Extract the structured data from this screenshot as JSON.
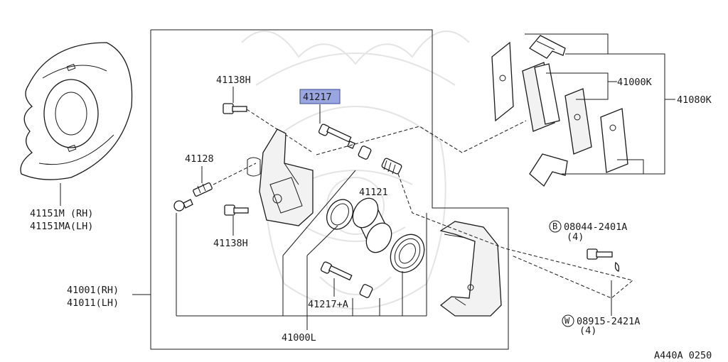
{
  "diagram": {
    "part_labels": {
      "p41151": "41151M (RH)",
      "p41151ma": "41151MA(LH)",
      "p41138h_top": "41138H",
      "p41217": "41217",
      "p41128": "41128",
      "p41138h_bottom": "41138H",
      "p41121": "41121",
      "p41001": "41001(RH)",
      "p41011": "41011(LH)",
      "p41217a": "41217+A",
      "p41000l": "41000L",
      "p41000k": "41000K",
      "p41080k": "41080K",
      "bolt_b": "08044-2401A",
      "bolt_b_qty": "(4)",
      "washer_w": "08915-2421A",
      "washer_w_qty": "(4)",
      "figure_code": "A440A 0250"
    },
    "markers": {
      "bolt_marker": "B",
      "washer_marker": "W"
    },
    "colors": {
      "highlight_fill": "#9aa6e0",
      "highlight_border": "#3a4a9a",
      "line": "#1a1a1a",
      "watermark": "#e4e4e4"
    },
    "icons": {
      "watermark": "samurai-helmet-watermark"
    }
  }
}
